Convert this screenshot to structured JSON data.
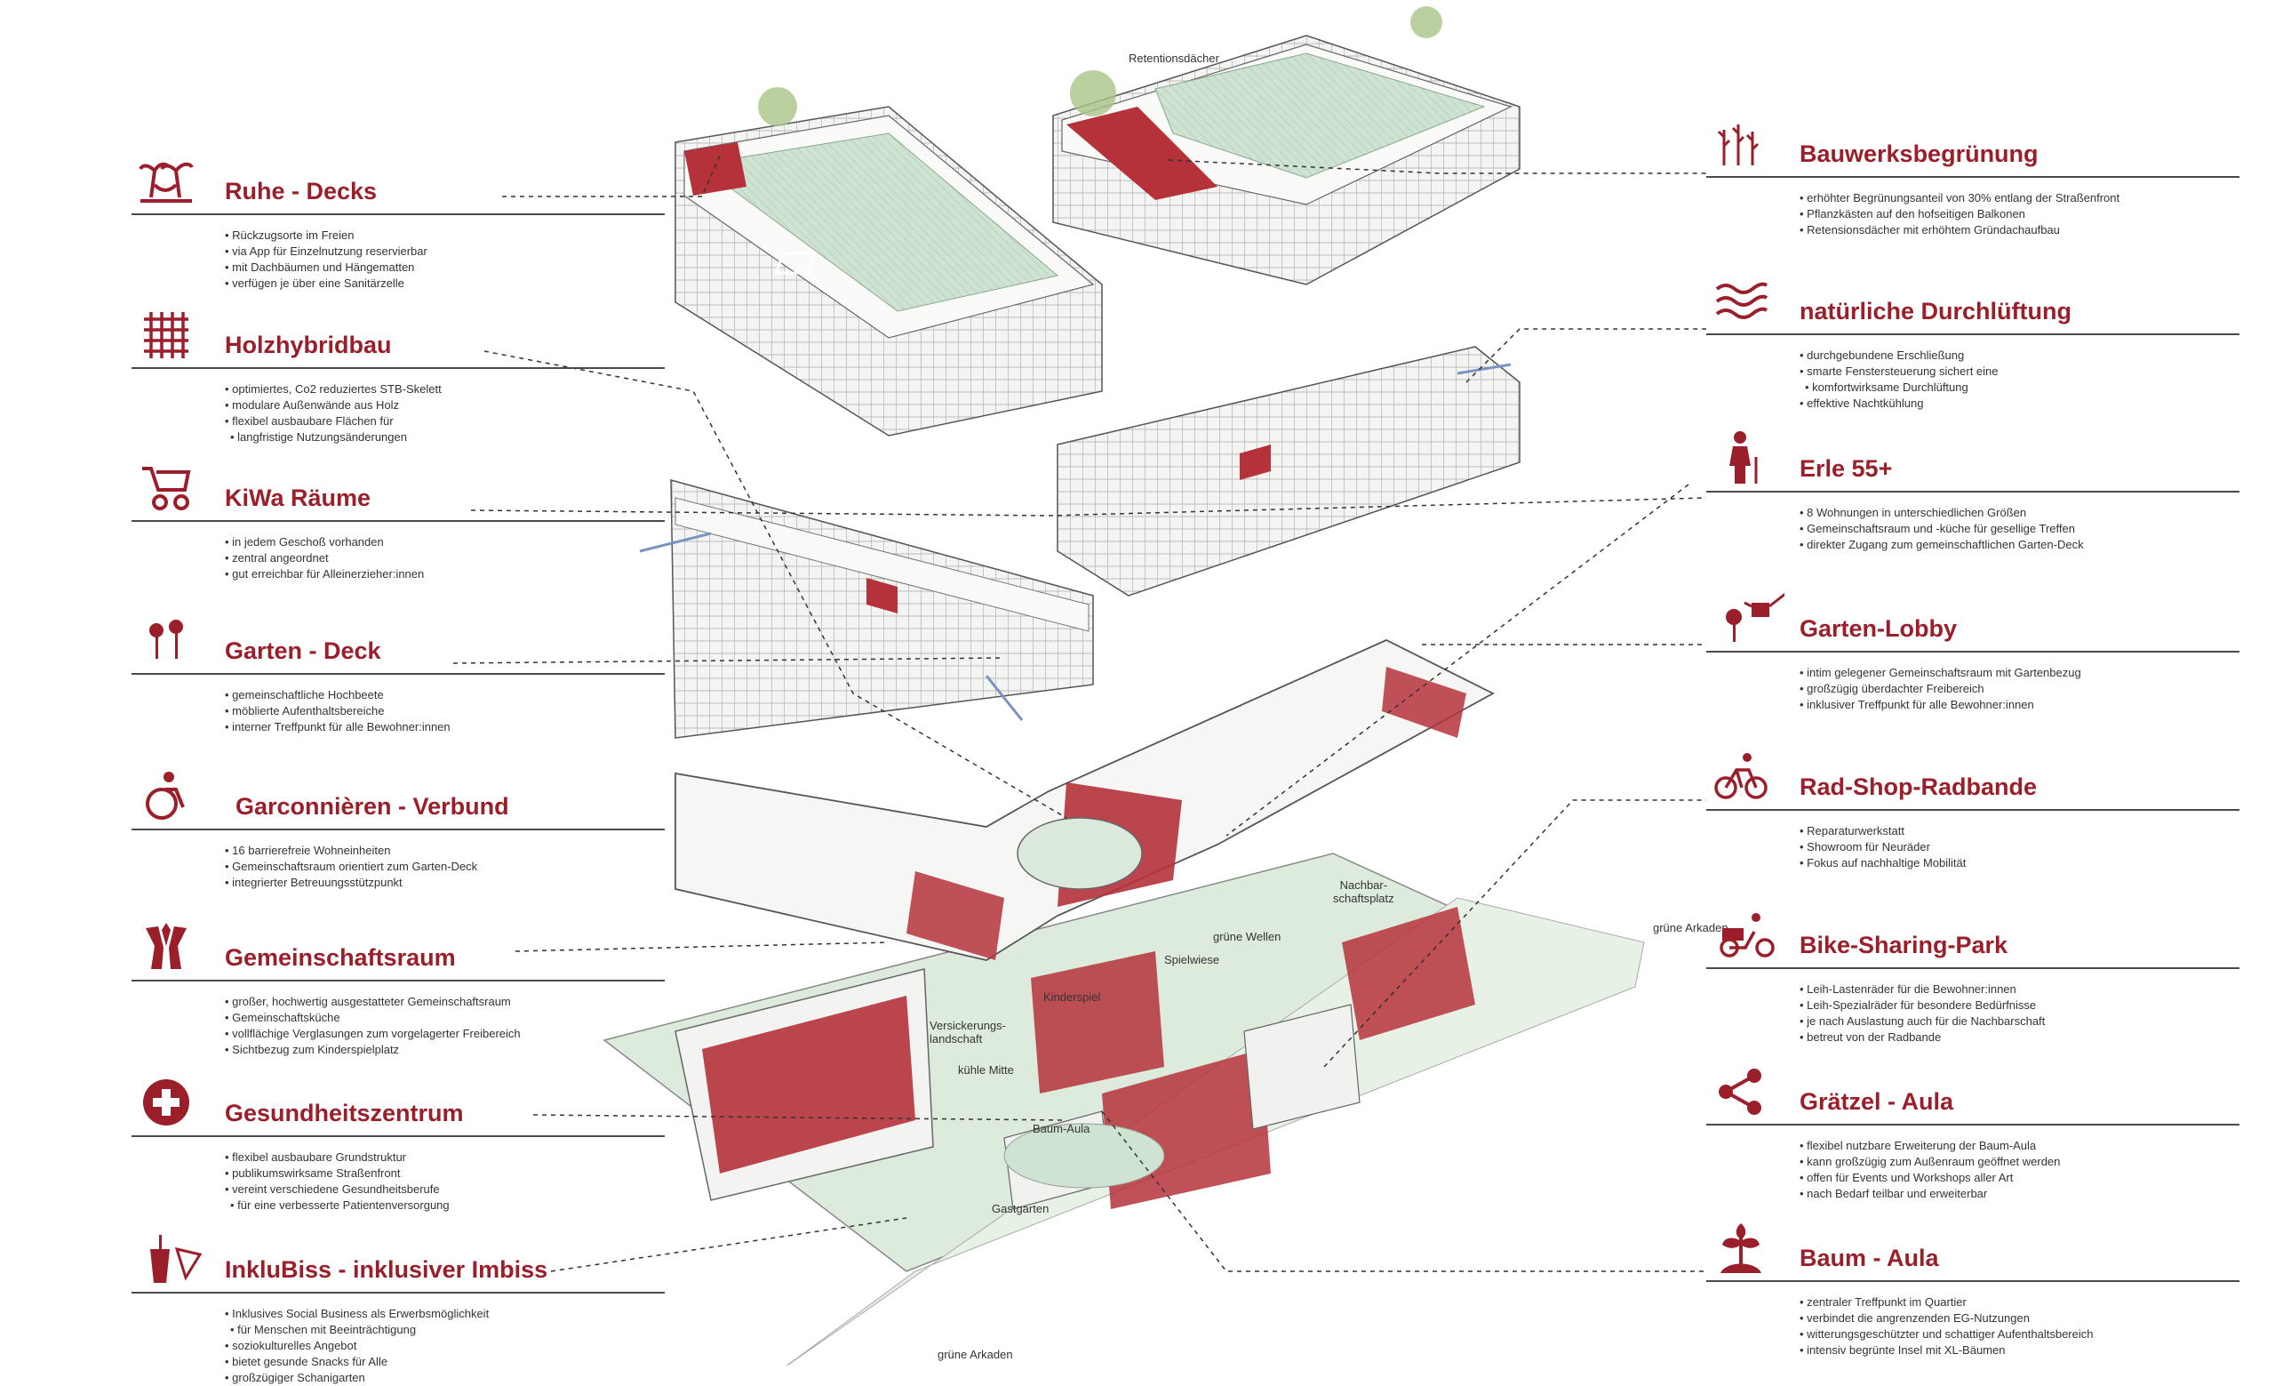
{
  "colors": {
    "accent": "#9b1f2a",
    "roof": "#cfe3d2",
    "green": "#8fb26a",
    "outline": "#555555"
  },
  "left_features": [
    {
      "id": "ruhe",
      "title": "Ruhe - Decks",
      "icon": "palm-hammock-icon",
      "items": [
        "Rückzugsorte im Freien",
        "via App für Einzelnutzung reservierbar",
        "mit Dachbäumen und Hängematten",
        "verfügen je über eine Sanitärzelle"
      ]
    },
    {
      "id": "holz",
      "title": "Holzhybridbau",
      "icon": "grid-icon",
      "items": [
        "optimiertes, Co2 reduziertes STB-Skelett",
        "modulare Außenwände aus Holz",
        "flexibel ausbaubare Flächen für",
        "langfristige Nutzungsänderungen"
      ]
    },
    {
      "id": "kiwa",
      "title": "KiWa Räume",
      "icon": "stroller-icon",
      "items": [
        "in jedem Geschoß vorhanden",
        "zentral angeordnet",
        "gut erreichbar für Alleinerzieher:innen"
      ]
    },
    {
      "id": "garten",
      "title": "Garten - Deck",
      "icon": "flowers-icon",
      "items": [
        "gemeinschaftliche Hochbeete",
        "möblierte Aufenthaltsbereiche",
        "interner Treffpunkt für alle Bewohner:innen"
      ]
    },
    {
      "id": "garc",
      "title": "Garconnièren - Verbund",
      "icon": "wheelchair-icon",
      "items": [
        "16 barrierefreie Wohneinheiten",
        "Gemeinschaftsraum orientiert zum Garten-Deck",
        "integrierter Betreuungsstützpunkt"
      ]
    },
    {
      "id": "gem",
      "title": "Gemeinschaftsraum",
      "icon": "raised-hands-icon",
      "items": [
        "großer, hochwertig ausgestatteter Gemeinschaftsraum",
        "Gemeinschaftsküche",
        "vollflächige Verglasungen zum vorgelagerter Freibereich",
        "Sichtbezug zum Kinderspielplatz"
      ]
    },
    {
      "id": "gesund",
      "title": "Gesundheitszentrum",
      "icon": "medical-cross-icon",
      "items": [
        "flexibel ausbaubare Grundstruktur",
        "publikumswirksame Straßenfront",
        "vereint verschiedene Gesundheitsberufe",
        "für eine verbesserte Patientenversorgung"
      ]
    },
    {
      "id": "inklu",
      "title": "InkluBiss - inklusiver Imbiss",
      "icon": "drink-pizza-icon",
      "items": [
        "Inklusives Social Business als Erwerbsmöglichkeit",
        "für Menschen mit Beeinträchtigung",
        "soziokulturelles Angebot",
        "bietet gesunde Snacks für Alle",
        "großzügiger Schanigarten"
      ]
    }
  ],
  "right_features": [
    {
      "id": "bau",
      "title": "Bauwerksbegrünung",
      "icon": "plants-icon",
      "items": [
        "erhöhter Begrünungsanteil von 30% entlang der Straßenfront",
        "Pflanzkästen auf den hofseitigen Balkonen",
        "Retensionsdächer mit erhöhtem Gründachaufbau"
      ]
    },
    {
      "id": "luft",
      "title": "natürliche Durchlüftung",
      "icon": "wind-icon",
      "items": [
        "durchgebundene Erschließung",
        "smarte Fenstersteuerung sichert eine",
        "komfortwirksame Durchlüftung",
        "effektive Nachtkühlung"
      ]
    },
    {
      "id": "erle",
      "title": "Erle 55+",
      "icon": "elderly-person-icon",
      "items": [
        "8 Wohnungen in unterschiedlichen Größen",
        "Gemeinschaftsraum und -küche für gesellige Treffen",
        "direkter Zugang zum gemeinschaftlichen Garten-Deck"
      ]
    },
    {
      "id": "lobby",
      "title": "Garten-Lobby",
      "icon": "watering-can-icon",
      "items": [
        "intim gelegener Gemeinschaftsraum mit Gartenbezug",
        "großzügig überdachter Freibereich",
        "inklusiver Treffpunkt für alle Bewohner:innen"
      ]
    },
    {
      "id": "rad",
      "title": "Rad-Shop-Radbande",
      "icon": "cyclist-icon",
      "items": [
        "Reparaturwerkstatt",
        "Showroom für Neuräder",
        "Fokus auf nachhaltige Mobilität"
      ]
    },
    {
      "id": "bike",
      "title": "Bike-Sharing-Park",
      "icon": "cargo-bike-icon",
      "items": [
        "Leih-Lastenräder für die Bewohner:innen",
        "Leih-Spezialräder für besondere Bedürfnisse",
        "je nach Auslastung auch für die Nachbarschaft",
        "betreut von der Radbande"
      ]
    },
    {
      "id": "graetzel",
      "title": "Grätzel - Aula",
      "icon": "share-network-icon",
      "items": [
        "flexibel nutzbare Erweiterung der Baum-Aula",
        "kann großzügig zum Außenraum geöffnet werden",
        "offen für Events und Workshops aller Art",
        "nach Bedarf teilbar und erweiterbar"
      ]
    },
    {
      "id": "baum",
      "title": "Baum - Aula",
      "icon": "sapling-icon",
      "items": [
        "zentraler Treffpunkt im Quartier",
        "verbindet die angrenzenden EG-Nutzungen",
        "witterungsgeschützter und schattiger Aufenthaltsbereich",
        "intensiv begrünte Insel mit XL-Bäumen"
      ]
    }
  ],
  "plan_labels": {
    "retention": "Retentionsdächer",
    "gruene_arkaden_right": "grüne Arkaden",
    "gruene_arkaden_bottom": "grüne Arkaden",
    "nachbar": "Nachbar-\nschaftsplatz",
    "gruene_wellen": "grüne Wellen",
    "spielwiese": "Spielwiese",
    "kinderspiel": "Kinderspiel",
    "versickerung": "Versickerungs-\nlandschaft",
    "kuehle_mitte": "kühle Mitte",
    "baum_aula": "Baum-Aula",
    "gastgarten": "Gastgarten"
  }
}
